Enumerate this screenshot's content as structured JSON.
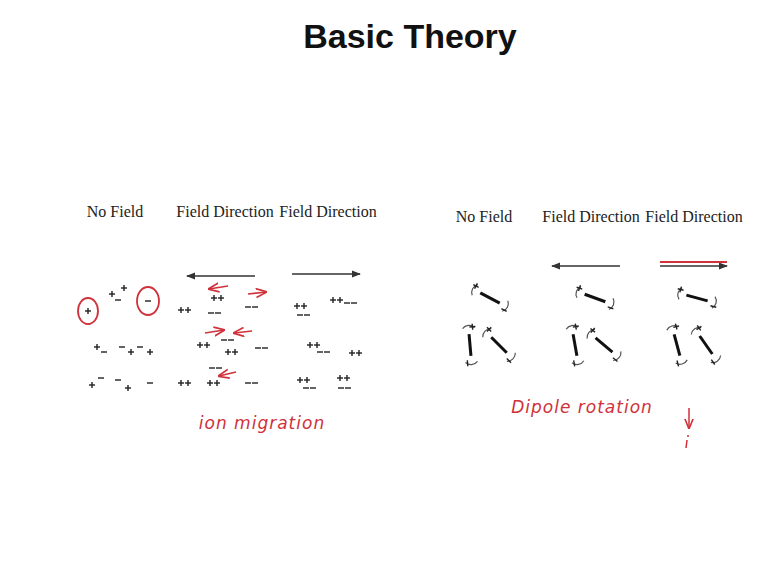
{
  "diagram": {
    "title": "Basic Theory",
    "labels": [
      "No Field",
      "Field Direction",
      "Field Direction",
      "No Field",
      "Field Direction",
      "Field Direction",
      "ion migration",
      "Dipole rotation"
    ]
  }
}
